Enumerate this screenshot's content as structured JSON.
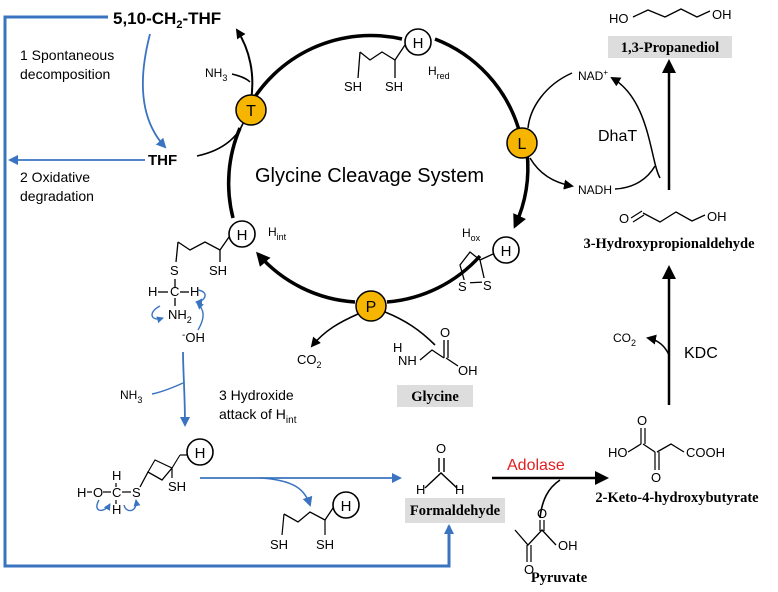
{
  "colors": {
    "blue": "#3a74c0",
    "gold": "#f5b500",
    "red": "#e02020",
    "grey_box": "#dddddd",
    "black": "#000000"
  },
  "cycle": {
    "title": "Glycine Cleavage System",
    "proteins": {
      "T": "T",
      "L": "L",
      "P": "P",
      "H": "H"
    },
    "h_red": "H",
    "h_red_sub": "red",
    "h_ox": "H",
    "h_ox_sub": "ox",
    "h_int": "H",
    "h_int_sub": "int",
    "nh3": "NH",
    "nh3_sub": "3",
    "co2": "CO",
    "co2_sub": "2",
    "nad_plus": "NAD",
    "nad_plus_sup": "+",
    "nadh": "NADH"
  },
  "left_pathway": {
    "methylene_thf": "5,10-CH",
    "methylene_thf_sub": "2",
    "methylene_thf_tail": "-THF",
    "step1_line1": "1 Spontaneous",
    "step1_line2": "decomposition",
    "thf": "THF",
    "step2_line1": "2 Oxidative",
    "step2_line2": "degradation",
    "step3_line1": "3 Hydroxide",
    "step3_line2": "attack of H",
    "step3_sub": "int",
    "nh3": "NH",
    "nh3_sub": "3",
    "hydroxide": "OH",
    "hydroxide_minus": "-",
    "nh2": "NH",
    "nh2_sub": "2"
  },
  "atoms": {
    "S": "S",
    "SH": "SH",
    "H": "H",
    "O": "O",
    "C": "C",
    "OH": "OH",
    "HO": "HO",
    "NH": "NH",
    "COOH": "COOH"
  },
  "molecules": {
    "glycine": "Glycine",
    "formaldehyde": "Formaldehyde",
    "pyruvate": "Pyruvate",
    "keto": "2-Keto-4-hydroxybutyrate",
    "hpa": "3-Hydroxypropionaldehyde",
    "pdo": "1,3-Propanediol"
  },
  "enzymes": {
    "adolase": "Adolase",
    "kdc": "KDC",
    "dhat": "DhaT"
  },
  "right_pathway": {
    "co2": "CO",
    "co2_sub": "2"
  }
}
